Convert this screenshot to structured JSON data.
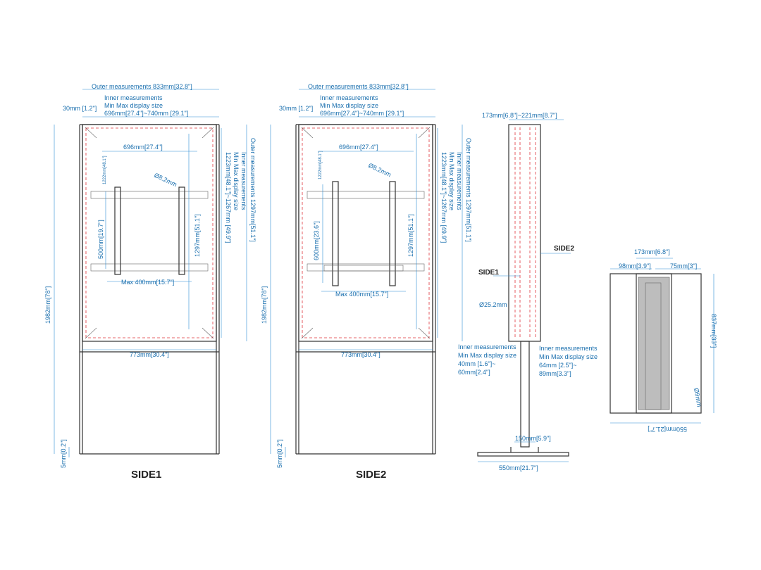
{
  "side1": {
    "outer_w": "Outer measurements 833mm[32.8\"]",
    "inner_l1": "Inner measurements",
    "inner_l2": "Min Max display size",
    "inner_l3": "696mm[27.4\"]~740mm [29.1\"]",
    "left_30": "30mm [1.2\"]",
    "w696": "696mm[27.4\"]",
    "dia": "Ø8.2mm",
    "h1222": "1222mm[48.1\"]",
    "h500": "500mm[19.7\"]",
    "h1297_inner": "1297mm[51.1\"]",
    "max400": "Max 400mm[15.7\"]",
    "w773": "773mm[30.4\"]",
    "h1982": "1982mm[78\"]",
    "h5": "5mm[0.2\"]",
    "v_outer": "Outer measurements 1297mm[51.1\"]",
    "v_inner1": "Inner measurements",
    "v_inner2": "Min Max display size",
    "v_inner3": "1223mm[48.1\"]~1267mm [49.9\"]",
    "title": "SIDE1"
  },
  "side2": {
    "outer_w": "Outer measurements 833mm[32.8\"]",
    "inner_l1": "Inner measurements",
    "inner_l2": "Min Max display size",
    "inner_l3": "696mm[27.4\"]~740mm [29.1\"]",
    "left_30": "30mm [1.2\"]",
    "w696": "696mm[27.4\"]",
    "dia": "Ø8.2mm",
    "h1222": "1222mm[48.1\"]",
    "h600": "600mm[23.6\"]",
    "h1297_inner": "1297mm[51.1\"]",
    "max400": "Max 400mm[15.7\"]",
    "w773": "773mm[30.4\"]",
    "h1982": "1982mm[78\"]",
    "h5": "5mm[0.2\"]",
    "v_outer": "Outer measurements 1297mm[51.1\"]",
    "v_inner1": "Inner measurements",
    "v_inner2": "Min Max display size",
    "v_inner3": "1223mm[48.1\"]~1267mm [49.9\"]",
    "title": "SIDE2"
  },
  "profile": {
    "top": "173mm[6.8\"]~221mm[8.7\"]",
    "side1": "SIDE1",
    "side2": "SIDE2",
    "dia": "Ø25.2mm",
    "l_inner1": "Inner measurements",
    "l_inner2": "Min Max display size",
    "l_inner3": "40mm [1.6\"]~",
    "l_inner4": "60mm[2.4\"]",
    "r_inner1": "Inner measurements",
    "r_inner2": "Min Max display size",
    "r_inner3": "64mm [2.5\"]~",
    "r_inner4": "89mm[3.3\"]",
    "w150": "150mm[5.9\"]",
    "w550": "550mm[21.7\"]"
  },
  "base": {
    "w173": "173mm[6.8\"]",
    "w98": "98mm[3.9\"]",
    "w75": "75mm[3\"]",
    "h837": "837mm[33\"]",
    "dia": "Ø9mm",
    "w550": "550mm[21.7\"]"
  },
  "colors": {
    "dimension": "#1a6fae",
    "frame": "#333333",
    "cutout": "#e0333a"
  }
}
